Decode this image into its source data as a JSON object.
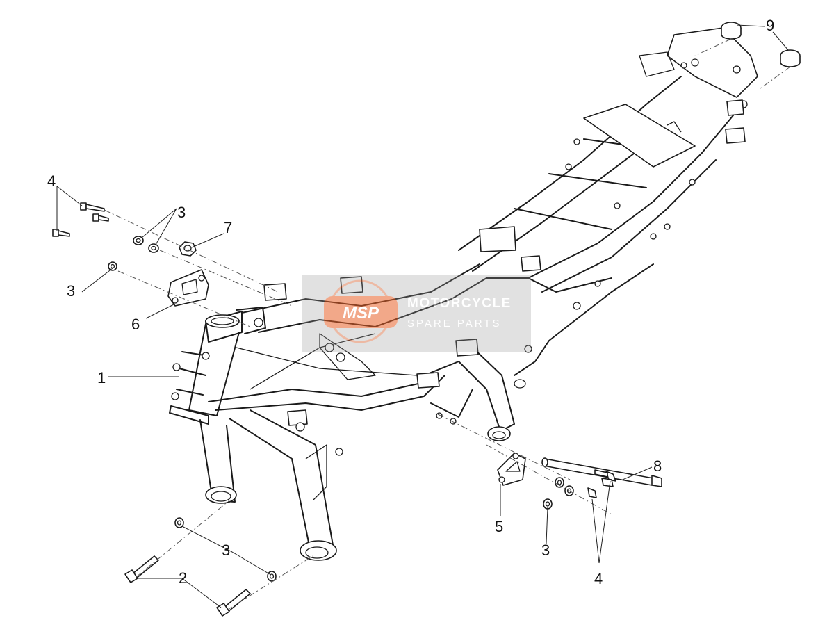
{
  "callouts": [
    {
      "id": "c1",
      "label": "1"
    },
    {
      "id": "c2",
      "label": "2"
    },
    {
      "id": "c3a",
      "label": "3"
    },
    {
      "id": "c3b",
      "label": "3"
    },
    {
      "id": "c3c",
      "label": "3"
    },
    {
      "id": "c3d",
      "label": "3"
    },
    {
      "id": "c4a",
      "label": "4"
    },
    {
      "id": "c4b",
      "label": "4"
    },
    {
      "id": "c5",
      "label": "5"
    },
    {
      "id": "c6",
      "label": "6"
    },
    {
      "id": "c7",
      "label": "7"
    },
    {
      "id": "c8",
      "label": "8"
    },
    {
      "id": "c9",
      "label": "9"
    }
  ],
  "watermark": {
    "logo": "MSP",
    "title": "MOTORCYCLE",
    "subtitle": "SPARE PARTS",
    "color": "#e8622a"
  }
}
